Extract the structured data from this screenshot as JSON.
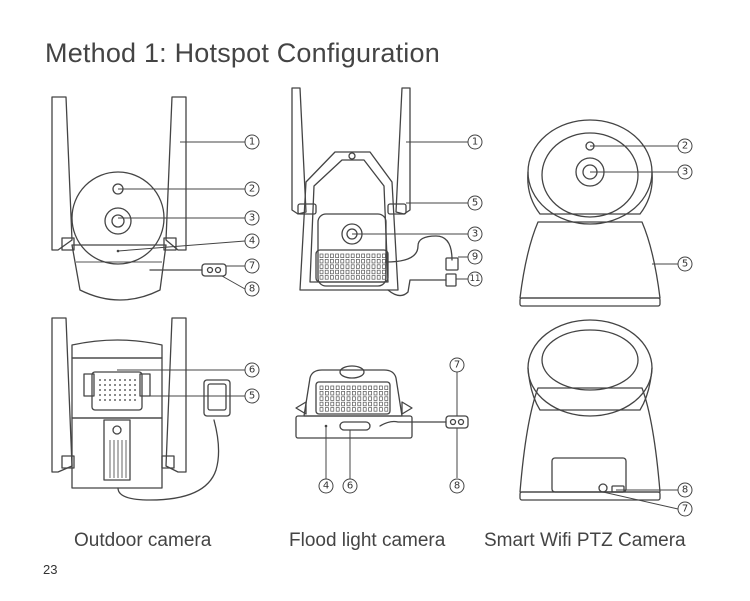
{
  "title": "Method 1: Hotspot Configuration",
  "captions": {
    "outdoor": "Outdoor camera",
    "flood": "Flood light camera",
    "ptz": "Smart Wifi PTZ Camera"
  },
  "page_number": "23",
  "markers": {
    "m1": "1",
    "m2": "2",
    "m3": "3",
    "m4": "4",
    "m5": "5",
    "m6": "6",
    "m7": "7",
    "m8": "8",
    "m9": "9",
    "m11": "11"
  }
}
